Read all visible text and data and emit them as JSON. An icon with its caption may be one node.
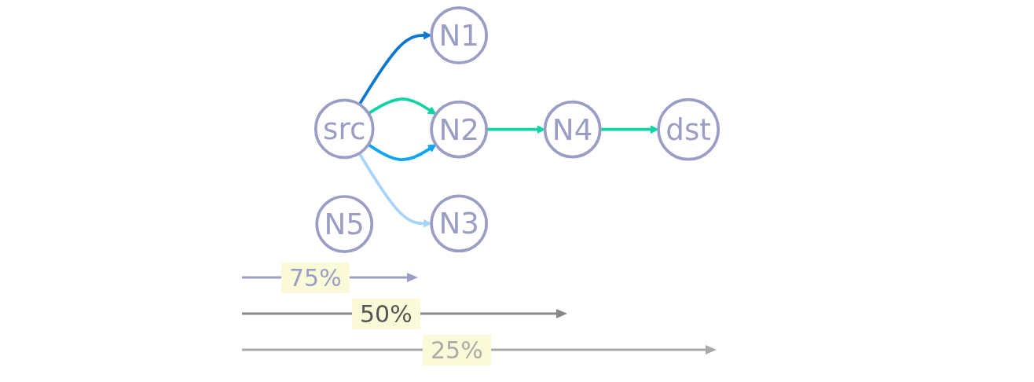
{
  "diagram": {
    "nodes": [
      {
        "text": [
          "src"
        ]
      },
      {
        "text": [
          "N1"
        ]
      },
      {
        "text": [
          "N2"
        ]
      },
      {
        "text": [
          "N3"
        ]
      },
      {
        "text": [
          "N4"
        ]
      },
      {
        "text": [
          "N5"
        ]
      },
      {
        "text": [
          "dst"
        ]
      }
    ],
    "edges": [
      {
        "from": 0,
        "to": 3,
        "arrow": "to",
        "color": "#a8d4fc"
      },
      {
        "from": 0,
        "to": 2,
        "arrow": "to"
      },
      {
        "from": 0,
        "to": 2,
        "arrow": "to",
        "color": "#0aa5f5"
      },
      {
        "from": 0,
        "to": 1,
        "arrow": "to",
        "color": "#0a78d2"
      },
      {
        "from": 2,
        "to": 4,
        "arrow": "to"
      },
      {
        "from": 4,
        "to": 6,
        "arrow": "to"
      }
    ],
    "labels": [
      "75%",
      "50%",
      "25%"
    ]
  }
}
